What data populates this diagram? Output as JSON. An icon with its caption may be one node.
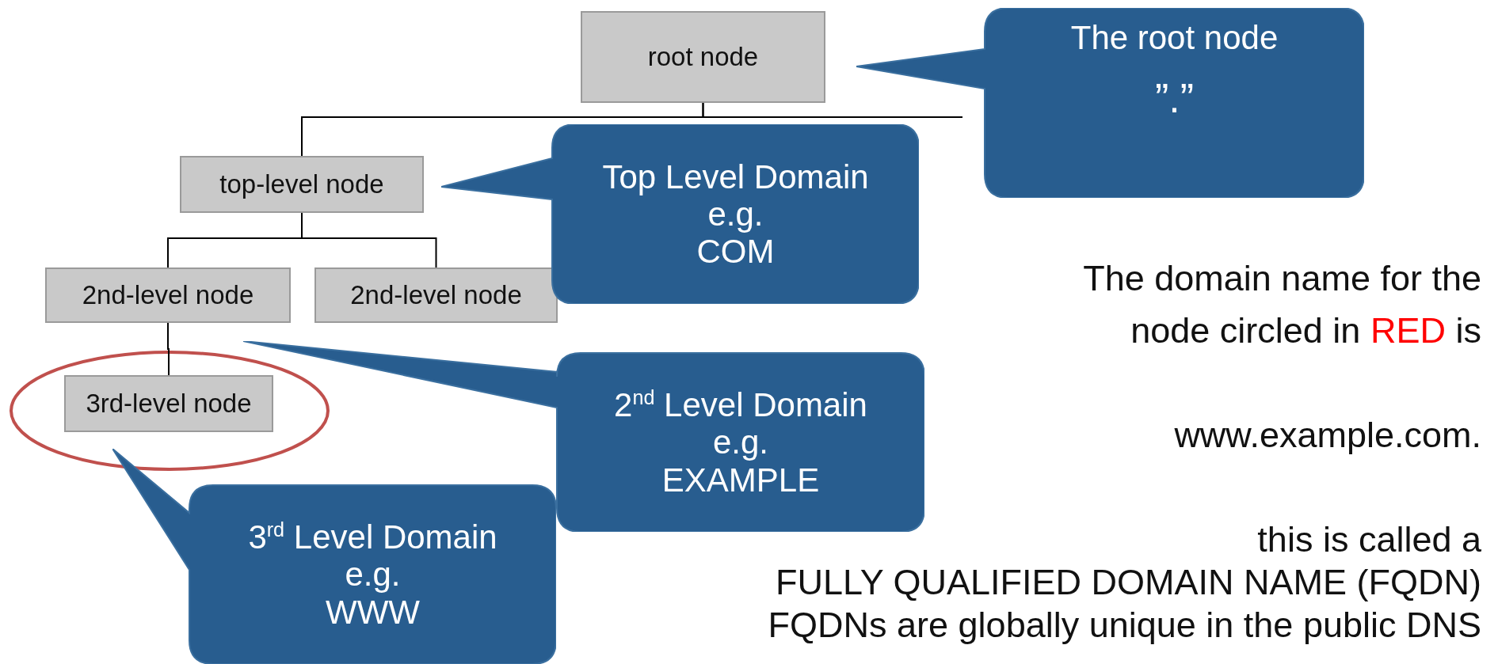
{
  "diagram": {
    "nodes": [
      {
        "text": [
          "root node"
        ]
      },
      {
        "text": [
          "top-level node"
        ]
      },
      {
        "text": [
          "2nd-level node"
        ]
      },
      {
        "text": [
          "2nd-level node"
        ]
      },
      {
        "text": [
          "3rd-level node"
        ]
      },
      {
        "text": [
          "The root node",
          "”.”"
        ]
      },
      {
        "text": [
          "Top Level Domain",
          "e.g.",
          "COM"
        ]
      },
      {
        "text": [
          "2$^{nd}$ Level Domain",
          "e.g.",
          "EXAMPLE"
        ]
      },
      {
        "text": [
          "3$^{rd}$ Level Domain",
          "e.g.",
          "WWW"
        ]
      }
    ],
    "edges": [
      {
        "from": 0,
        "to": 1,
        "arrow": "none"
      },
      {
        "from": 0,
        "to": null,
        "arrow": "none"
      },
      {
        "from": 1,
        "to": 2,
        "arrow": "none"
      },
      {
        "from": 1,
        "to": 3,
        "arrow": "none"
      },
      {
        "from": 2,
        "to": 4,
        "arrow": "none"
      }
    ],
    "labels": [
      "The domain name for the",
      "node circled in",
      "RED",
      "is",
      "www.example.com.",
      "this is called a",
      "FULLY QUALIFIED DOMAIN NAME (FQDN)",
      "FQDNs are globally unique in the public DNS"
    ]
  }
}
